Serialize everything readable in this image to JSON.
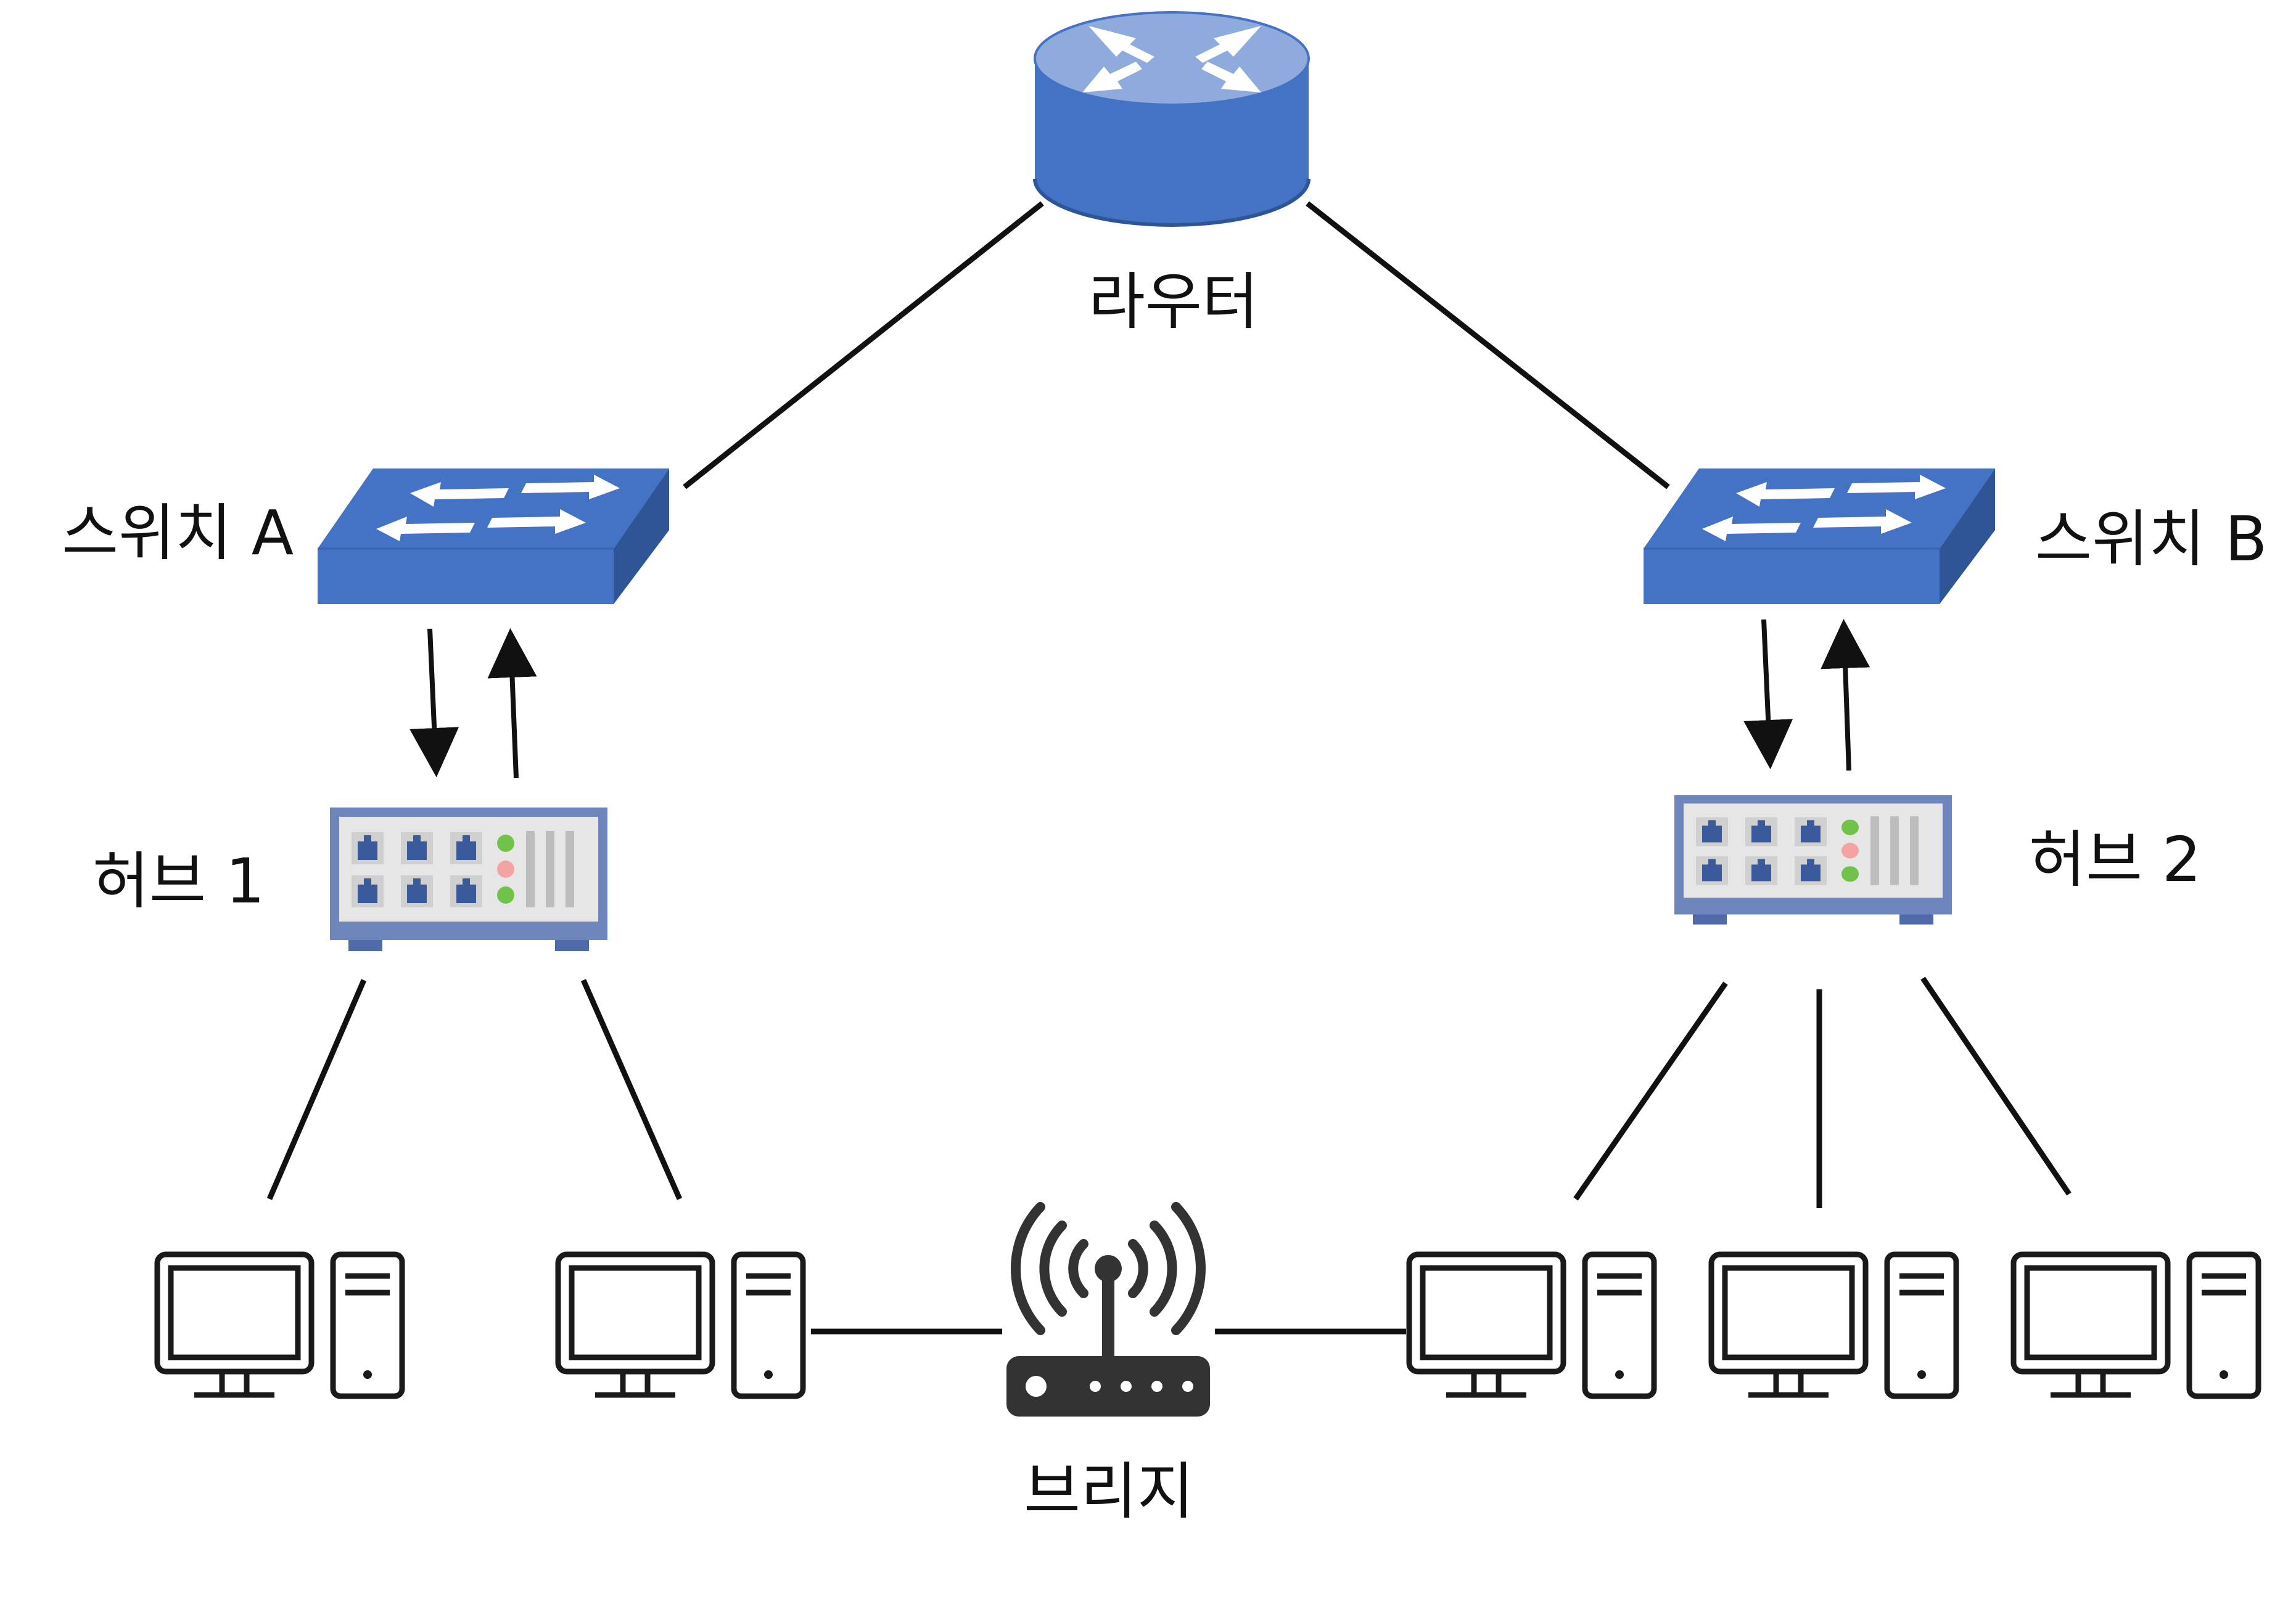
{
  "labels": {
    "router": "라우터",
    "switch_a": "스위치 A",
    "switch_b": "스위치 B",
    "hub_1": "허브 1",
    "hub_2": "허브 2",
    "bridge": "브리지"
  },
  "colors": {
    "device_blue": "#4472C4",
    "device_blue_dark": "#2F5597",
    "device_blue_light": "#8FAADC",
    "hub_panel": "#E6E6E6",
    "hub_frame": "#6F86BD",
    "led_green": "#70C24A",
    "led_red": "#F4A3A3",
    "line": "#111111",
    "computer": "#1a1a1a",
    "bridge_body": "#333333"
  },
  "icons": [
    "router-icon",
    "switch-icon",
    "hub-icon",
    "computer-icon",
    "wireless-bridge-icon"
  ]
}
